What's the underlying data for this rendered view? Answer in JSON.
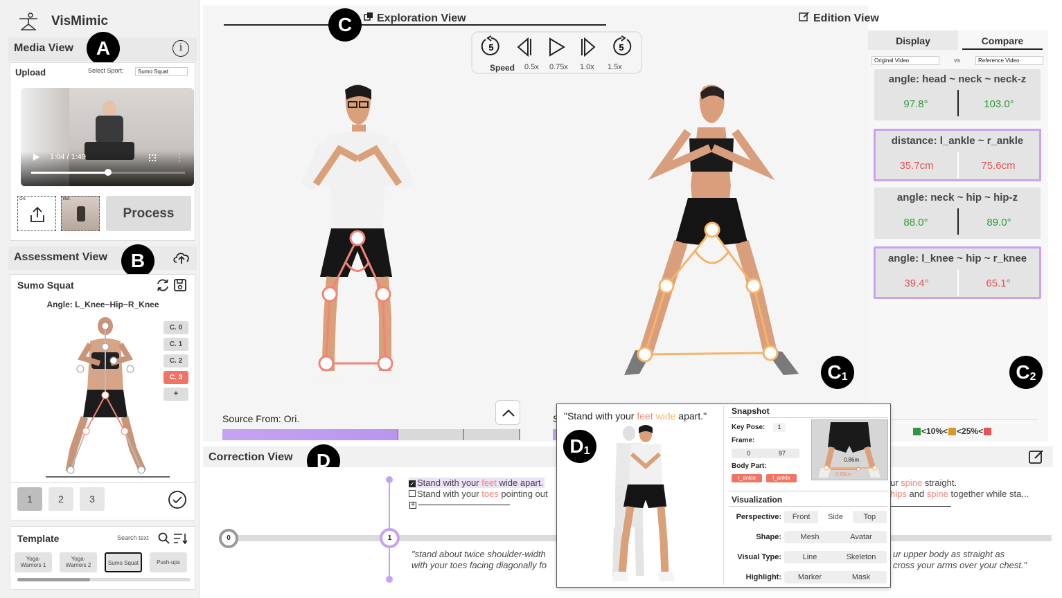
{
  "app": {
    "title": "VisMimic"
  },
  "badges": {
    "a": "A",
    "b": "B",
    "c": "C",
    "c1": "C",
    "c1_sub": "1",
    "c2": "C",
    "c2_sub": "2",
    "d": "D",
    "d1": "D",
    "d1_sub": "1"
  },
  "media": {
    "title": "Media View",
    "upload_label": "Upload",
    "sport_label": "Select Sport:",
    "sport_value": "Sumo Squat",
    "video_time": "1:04 / 1:49",
    "video_progress": 0.5,
    "thumb_ori": "Ori.",
    "thumb_ref": "Ref.",
    "process_label": "Process"
  },
  "assessment": {
    "title": "Assessment View",
    "exercise": "Sumo Squat",
    "angle_label": "Angle: L_Knee~Hip~R_Knee",
    "criteria": [
      "C. 0",
      "C. 1",
      "C. 2",
      "C. 3",
      "+"
    ],
    "active_criterion": 3,
    "pages": [
      "1",
      "2",
      "3"
    ]
  },
  "template": {
    "title": "Template",
    "search_placeholder": "Search text",
    "items": [
      [
        "Yoga-",
        "Warriors 1"
      ],
      [
        "Yoga-",
        "Warriors 2"
      ],
      [
        "Sumo Squat"
      ],
      [
        "Push-ups"
      ]
    ],
    "selected": 2
  },
  "tabs": {
    "exploration": "Exploration View",
    "edition": "Edition View"
  },
  "playback": {
    "speed_label": "Speed",
    "speeds": [
      "0.5x",
      "0.75x",
      "1.0x",
      "1.5x"
    ],
    "skip_seconds": "5"
  },
  "source_label": "Source From: Ori.",
  "source_label_clipped": "S",
  "compare_panel": {
    "tab_display": "Display",
    "tab_compare": "Compare",
    "left_select": "Original Video",
    "vs": "vs",
    "right_select": "Reference Video",
    "metrics": [
      {
        "title": "angle: head ~ neck ~ neck-z",
        "left": "97.8°",
        "right": "103.0°",
        "status": "green"
      },
      {
        "title": "distance: l_ankle ~ r_ankle",
        "left": "35.7cm",
        "right": "75.6cm",
        "status": "red"
      },
      {
        "title": "angle: neck ~ hip ~ hip-z",
        "left": "88.0°",
        "right": "89.0°",
        "status": "green"
      },
      {
        "title": "angle: l_knee ~ hip ~ r_knee",
        "left": "39.4°",
        "right": "65.1°",
        "status": "red"
      }
    ],
    "legend": {
      "t1": "<10%<",
      "t2": "<25%<",
      "colors": [
        "#2e9a3c",
        "#d9982c",
        "#e05555"
      ]
    }
  },
  "correction": {
    "title": "Correction View",
    "node_0": "0",
    "node_1": "1",
    "checklist": [
      {
        "pre": "Stand with your ",
        "kw": "feet",
        "post": " wide apart.",
        "checked": true
      },
      {
        "pre": "Stand with your ",
        "kw": "toes",
        "post": " pointing out",
        "checked": false
      }
    ],
    "add_icon": "+",
    "quote_left": [
      "\"stand about twice shoulder-width",
      "with your toes facing diagonally fo"
    ],
    "right_lines": [
      [
        "ur ",
        "spine",
        " straight."
      ],
      [
        "hips",
        " and ",
        "spine",
        " together while sta..."
      ]
    ],
    "quote_right": [
      "ur upper body as straight as",
      "cross your arms over your chest.\""
    ]
  },
  "popup": {
    "quote_pre": "\"Stand with your ",
    "quote_kw1": "feet",
    "quote_kw2": "wide",
    "quote_post": " apart.\"",
    "snapshot_title": "Snapshot",
    "key_pose_label": "Key Pose:",
    "key_pose_value": "1",
    "frame_label": "Frame:",
    "frame_start": "0",
    "frame_end": "97",
    "body_part_label": "Body Part:",
    "body_parts": [
      "r_ankle",
      "l_ankle"
    ],
    "mini_dist1": "0.86m",
    "mini_dist2": "0.65m",
    "viz_title": "Visualization",
    "rows": [
      {
        "label": "Perspective:",
        "options": [
          "Front",
          "Side",
          "Top"
        ],
        "selected": 1
      },
      {
        "label": "Shape:",
        "options": [
          "Mesh",
          "Avatar"
        ],
        "selected": -1
      },
      {
        "label": "Visual Type:",
        "options": [
          "Line",
          "Skeleton"
        ],
        "selected": -1
      },
      {
        "label": "Highlight:",
        "options": [
          "Marker",
          "Mask"
        ],
        "selected": -1
      }
    ]
  }
}
